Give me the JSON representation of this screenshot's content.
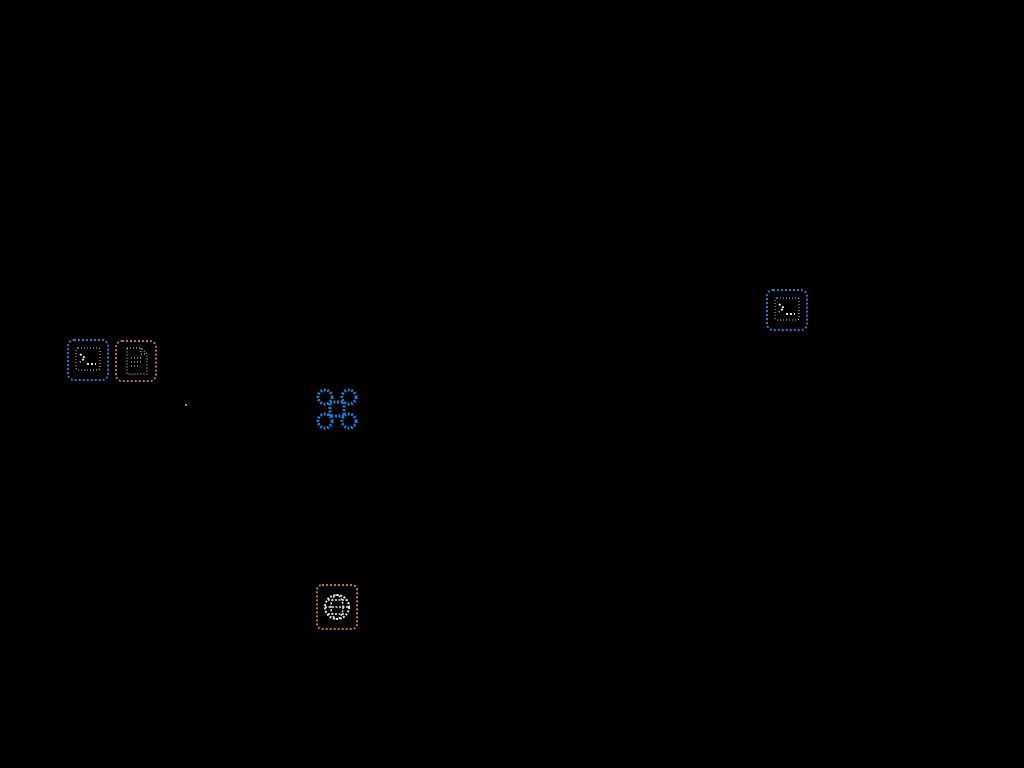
{
  "canvas": {
    "background": "#000000"
  },
  "colors": {
    "accent_blue": "#1a7fd0",
    "terminal_blue": "#1a7fd0",
    "document_red": "#b86d6d",
    "globe_orange": "#c9762a",
    "globe_white": "#e6e6e6",
    "stray_dot": "#8b8b8b"
  },
  "icons": [
    {
      "id": "terminal-left",
      "semantic": "terminal-icon"
    },
    {
      "id": "document",
      "semantic": "document-icon"
    },
    {
      "id": "cmd",
      "semantic": "command-key-icon"
    },
    {
      "id": "globe",
      "semantic": "globe-icon"
    },
    {
      "id": "terminal-right",
      "semantic": "terminal-icon"
    }
  ]
}
